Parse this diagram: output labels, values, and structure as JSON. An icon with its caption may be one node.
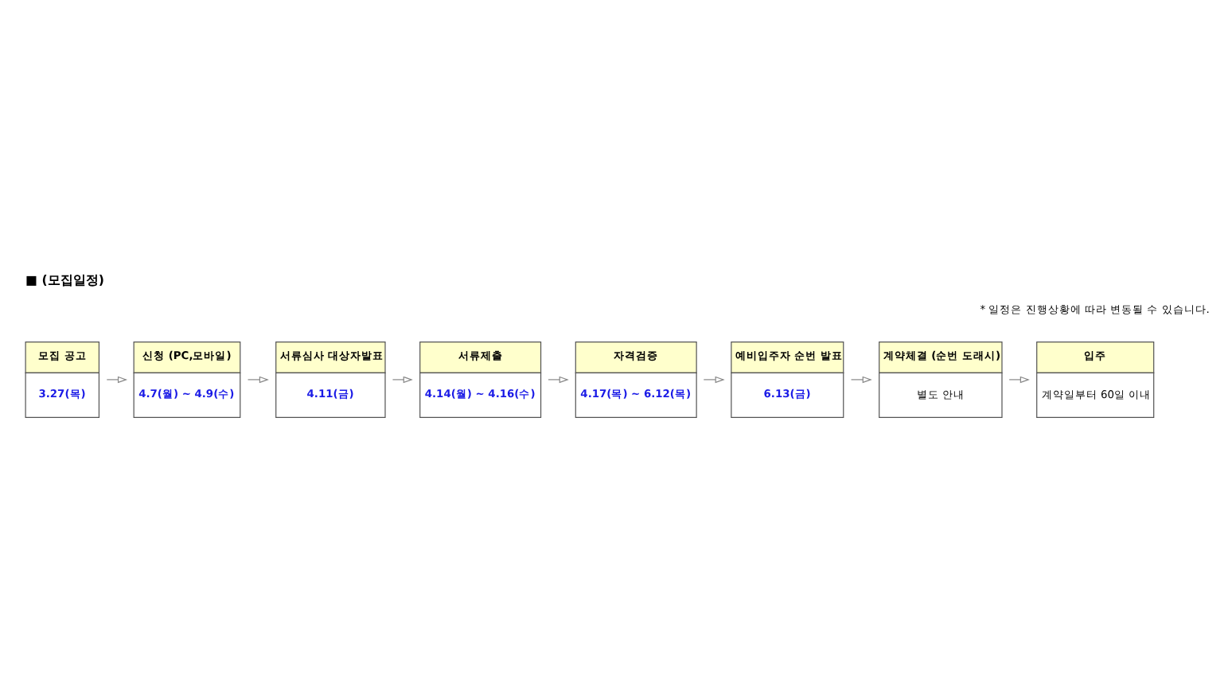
{
  "diagram": {
    "title": "■ (모집일정)",
    "nodes": [
      {
        "text": [
          "모집 공고",
          "3.27(목)"
        ]
      },
      {
        "text": [
          "신청 (PC,모바일)",
          "4.7(월) ~ 4.9(수)"
        ]
      },
      {
        "text": [
          "서류심사 대상자발표",
          "4.11(금)"
        ]
      },
      {
        "text": [
          "서류제출",
          "4.14(월) ~ 4.16(수)"
        ]
      },
      {
        "text": [
          "자격검증",
          "4.17(목) ~ 6.12(목)"
        ]
      },
      {
        "text": [
          "예비입주자 순번 발표",
          "6.13(금)"
        ]
      },
      {
        "text": [
          "계약체결 (순번 도래시)",
          "별도 안내"
        ]
      },
      {
        "text": [
          "입주",
          "계약일부터 60일 이내"
        ]
      }
    ],
    "edges": [
      {
        "from": 0,
        "to": 1,
        "arrow": "to"
      },
      {
        "from": 1,
        "to": 2,
        "arrow": "to"
      },
      {
        "from": 2,
        "to": 3,
        "arrow": "to"
      },
      {
        "from": 3,
        "to": 4,
        "arrow": "to"
      },
      {
        "from": 4,
        "to": 5,
        "arrow": "to"
      },
      {
        "from": 5,
        "to": 6,
        "arrow": "to"
      },
      {
        "from": 6,
        "to": 7,
        "arrow": "to"
      }
    ],
    "labels": [
      "* 일정은 진행상황에 따라 변동될 수 있습니다."
    ]
  }
}
